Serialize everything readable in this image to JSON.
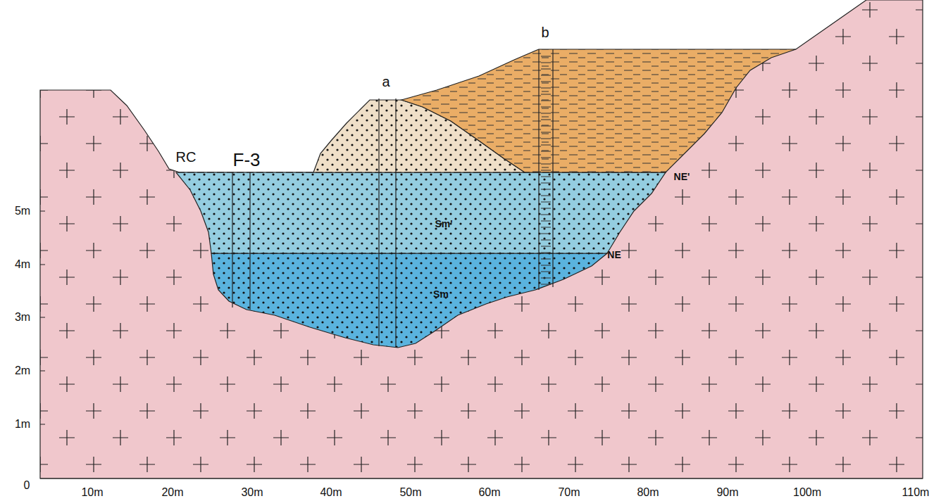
{
  "diagram": {
    "labels": [
      "RC",
      "F-3",
      "a",
      "b",
      "Sm'",
      "Sm",
      "NE'",
      "NE",
      "5m",
      "4m",
      "3m",
      "2m",
      "1m",
      "0",
      "10m",
      "20m",
      "30m",
      "40m",
      "50m",
      "60m",
      "70m",
      "80m",
      "90m",
      "100m",
      "110m"
    ]
  }
}
